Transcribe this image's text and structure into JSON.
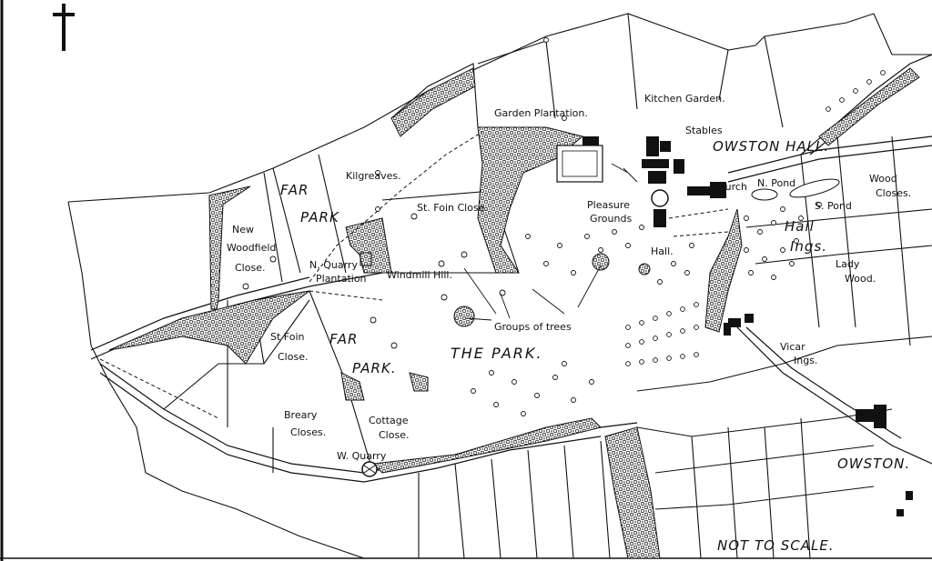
{
  "map": {
    "north_symbol": "north-arrow",
    "scale_note": "NOT TO SCALE.",
    "labels": {
      "owston_hall": "OWSTON HALL.",
      "kitchen_garden": "Kitchen Garden.",
      "stables": "Stables",
      "garden_plantation": "Garden Plantation.",
      "church": "Church",
      "n_pond": "N. Pond",
      "s_pond": "S. Pond",
      "wood_closes_1": "Wood",
      "wood_closes_2": "Closes.",
      "hall_ings_1": "Hall",
      "hall_ings_2": "Ings.",
      "lady_wood_1": "Lady",
      "lady_wood_2": "Wood.",
      "pleasure_1": "Pleasure",
      "pleasure_2": "Grounds",
      "hall": "Hall.",
      "st_foin_close_top": "St. Foin Close.",
      "kilgreaves": "Kilgreaves.",
      "far_park_top_1": "FAR",
      "far_park_top_2": "PARK",
      "new_woodfield_1": "New",
      "new_woodfield_2": "Woodfield",
      "new_woodfield_3": "Close.",
      "n_quarry_1": "N. Quarry",
      "n_quarry_2": "Plantation",
      "windmill_hill": "Windmill Hill.",
      "groups_of_trees": "Groups of trees",
      "st_foin_close_bottom_1": "St Foin",
      "st_foin_close_bottom_2": "Close.",
      "far_park_bottom_1": "FAR",
      "far_park_bottom_2": "PARK.",
      "the_park": "THE PARK.",
      "vicar_ings_1": "Vicar",
      "vicar_ings_2": "Ings.",
      "breary_closes_1": "Breary",
      "breary_closes_2": "Closes.",
      "cottage_close_1": "Cottage",
      "cottage_close_2": "Close.",
      "w_quarry": "W. Quarry",
      "owston": "OWSTON."
    }
  }
}
